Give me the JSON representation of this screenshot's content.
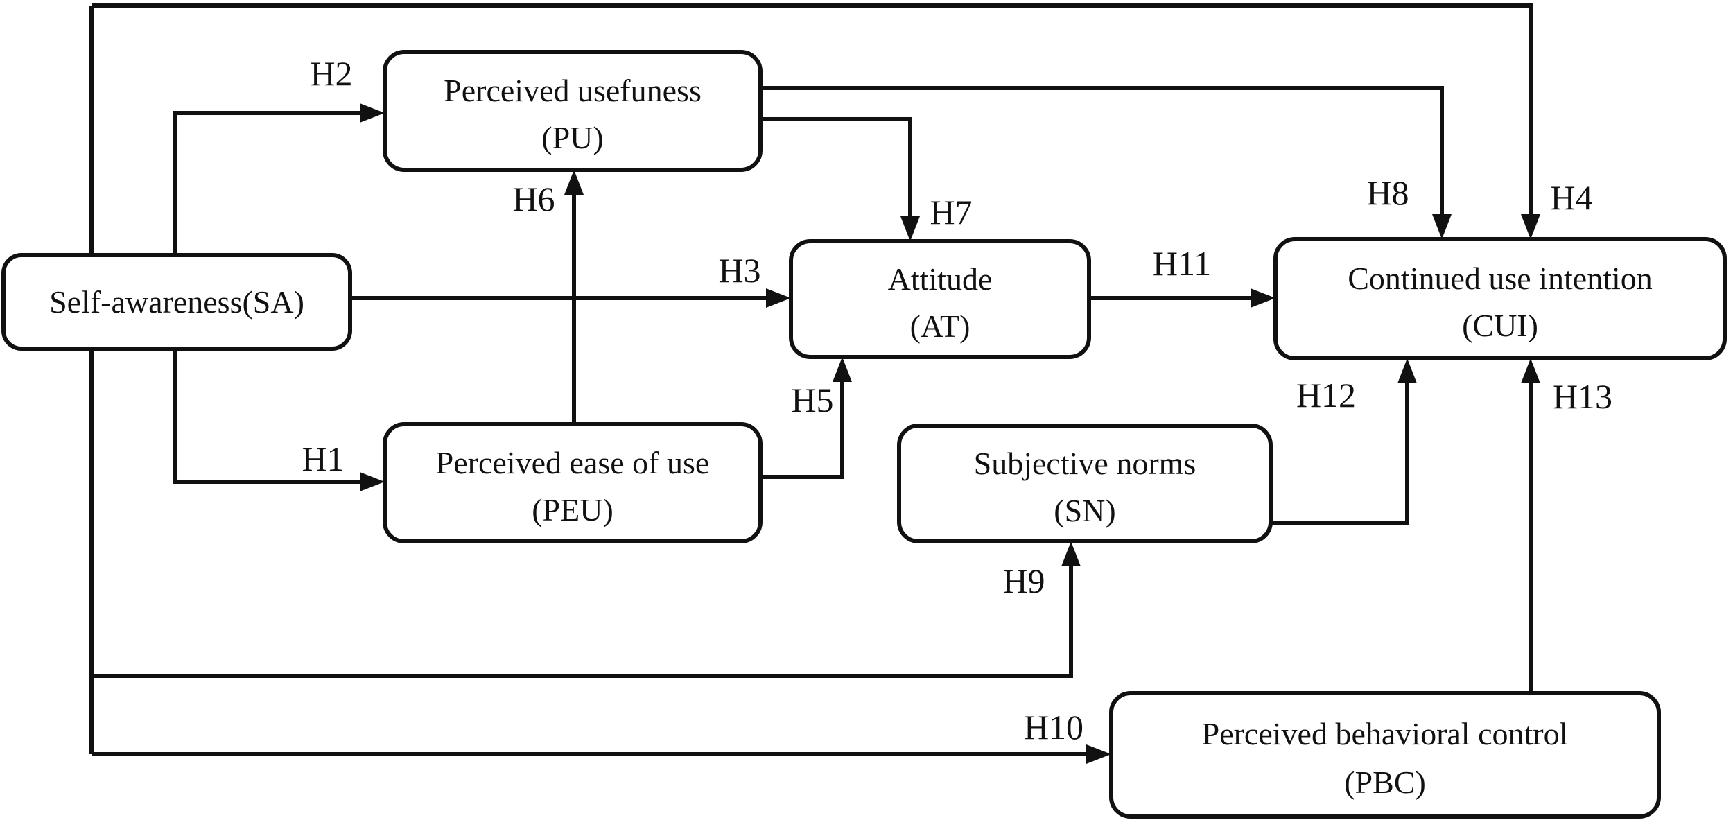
{
  "figure": {
    "background": "#ffffff",
    "line_color": "#111111",
    "type": "hypothesis-path-model"
  },
  "nodes": {
    "sa": {
      "label": "Self-awareness(SA)"
    },
    "pu": {
      "line1": "Perceived usefuness",
      "line2": "(PU)"
    },
    "peu": {
      "line1": "Perceived ease of use",
      "line2": "(PEU)"
    },
    "at": {
      "line1": "Attitude",
      "line2": "(AT)"
    },
    "sn": {
      "line1": "Subjective norms",
      "line2": "(SN)"
    },
    "cui": {
      "line1": "Continued use intention",
      "line2": "(CUI)"
    },
    "pbc": {
      "line1": "Perceived behavioral control",
      "line2": "(PBC)"
    }
  },
  "edges": [
    {
      "label": "H1",
      "from": "SA",
      "to": "PEU"
    },
    {
      "label": "H2",
      "from": "SA",
      "to": "PU"
    },
    {
      "label": "H3",
      "from": "SA",
      "to": "AT"
    },
    {
      "label": "H4",
      "from": "SA",
      "to": "CUI"
    },
    {
      "label": "H5",
      "from": "PEU",
      "to": "AT"
    },
    {
      "label": "H6",
      "from": "PEU",
      "to": "PU"
    },
    {
      "label": "H7",
      "from": "PU",
      "to": "AT"
    },
    {
      "label": "H8",
      "from": "PU",
      "to": "CUI"
    },
    {
      "label": "H9",
      "from": "SA",
      "to": "SN"
    },
    {
      "label": "H10",
      "from": "SA",
      "to": "PBC"
    },
    {
      "label": "H11",
      "from": "AT",
      "to": "CUI"
    },
    {
      "label": "H12",
      "from": "SN",
      "to": "CUI"
    },
    {
      "label": "H13",
      "from": "PBC",
      "to": "CUI"
    }
  ]
}
